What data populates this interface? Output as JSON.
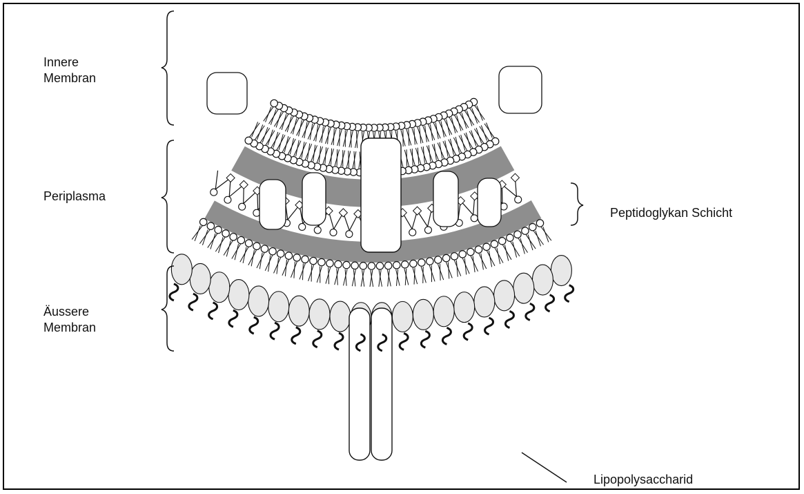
{
  "labels": {
    "inner_membrane": "Innere\nMembran",
    "periplasm": "Periplasma",
    "outer_membrane": "Äussere\nMembran",
    "peptidoglycan": "Peptidoglykan Schicht",
    "lps": "Lipopolysaccharid"
  },
  "colors": {
    "gray_band": "#8e8e8e",
    "ink": "#111111"
  }
}
